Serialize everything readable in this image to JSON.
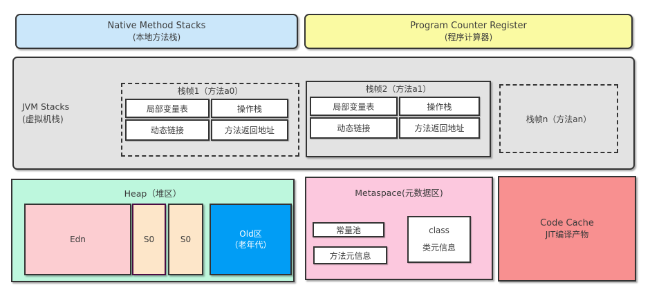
{
  "colors": {
    "native_fill": "#cbe7fa",
    "pcr_fill": "#fafaa2",
    "jvm_panel_fill": "#e3e3e3",
    "heap_fill": "#bdf7dd",
    "eden_fill": "#fccdd1",
    "survivor_fill": "#fde6c9",
    "survivor_left_border": "#4a0d42",
    "old_gen_fill": "#019df5",
    "metaspace_fill": "#fcc8de",
    "code_cache_fill": "#f89090",
    "box_border": "#333333",
    "text": "#3a3a3a"
  },
  "native_method_stacks": {
    "title": "Native Method Stacks",
    "subtitle": "(本地方法栈)"
  },
  "program_counter_register": {
    "title": "Program Counter Register",
    "subtitle": "(程序计算器)"
  },
  "jvm_stacks": {
    "label_line1": "JVM Stacks",
    "label_line2": "(虚拟机栈)",
    "frames": [
      {
        "title": "栈帧1（方法a0）",
        "cells": [
          "局部变量表",
          "操作栈",
          "动态链接",
          "方法返回地址"
        ]
      },
      {
        "title": "栈帧2（方法a1）",
        "cells": [
          "局部变量表",
          "操作栈",
          "动态链接",
          "方法返回地址"
        ]
      },
      {
        "title": "栈帧n（方法an）",
        "cells": []
      }
    ]
  },
  "heap": {
    "title": "Heap（堆区）",
    "eden_label": "Edn",
    "survivor0_label": "S0",
    "survivor1_label": "S0",
    "old_label_line1": "Old区",
    "old_label_line2": "（老年代）"
  },
  "metaspace": {
    "title": "Metaspace(元数据区)",
    "constant_pool_label": "常量池",
    "method_meta_label": "方法元信息",
    "class_meta_line1": "class",
    "class_meta_line2": "类元信息"
  },
  "code_cache": {
    "title": "Code Cache",
    "subtitle": "JIT编译产物"
  }
}
